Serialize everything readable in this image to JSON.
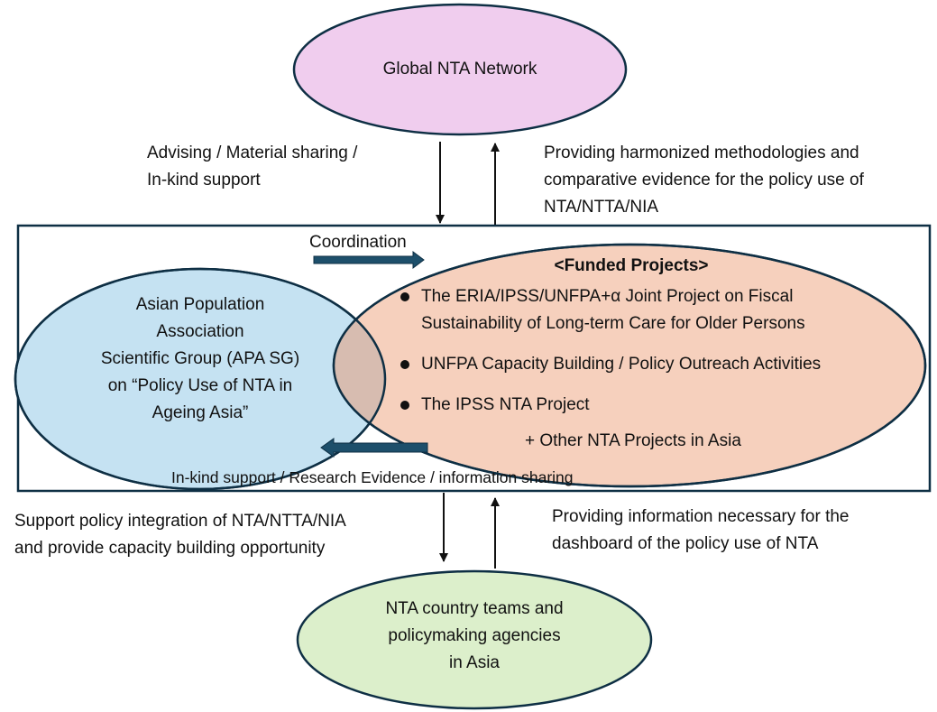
{
  "nodes": {
    "global": {
      "label": "Global NTA Network"
    },
    "apa": {
      "lines": [
        "Asian Population",
        "Association",
        "Scientific Group (APA SG)",
        "on “Policy Use of NTA in",
        "Ageing Asia”"
      ]
    },
    "funded": {
      "title": "<Funded Projects>",
      "items": [
        {
          "lines": [
            "The ERIA/IPSS/UNFPA+α Joint Project on Fiscal",
            "Sustainability of Long-term Care for Older Persons"
          ]
        },
        {
          "lines": [
            "UNFPA Capacity Building / Policy Outreach Activities"
          ]
        },
        {
          "lines": [
            "The IPSS NTA Project"
          ]
        }
      ],
      "other": "+ Other NTA Projects in Asia"
    },
    "country": {
      "lines": [
        "NTA country teams and",
        "policymaking agencies",
        "in Asia"
      ]
    }
  },
  "edges": {
    "top_down": {
      "lines": [
        "Advising / Material sharing /",
        "In-kind support"
      ]
    },
    "top_up": {
      "lines": [
        "Providing harmonized methodologies and",
        "comparative evidence for the policy use of",
        "NTA/NTTA/NIA"
      ]
    },
    "coordination": {
      "label": "Coordination"
    },
    "back": {
      "label": "In-kind support / Research Evidence / information sharing"
    },
    "bottom_down": {
      "lines": [
        "Support policy integration of NTA/NTTA/NIA",
        "and provide capacity building opportunity"
      ]
    },
    "bottom_up": {
      "lines": [
        "Providing information necessary for the",
        "dashboard of the policy use of NTA"
      ]
    }
  },
  "colors": {
    "global_fill": "#f0cdee",
    "apa_fill": "#c5e2f2",
    "funded_fill": "#f6d0bd",
    "overlap_fill": "#d7bcb0",
    "country_fill": "#dcefcb",
    "outline": "#0e2f44",
    "block_arrow": "#1d4f6b"
  }
}
